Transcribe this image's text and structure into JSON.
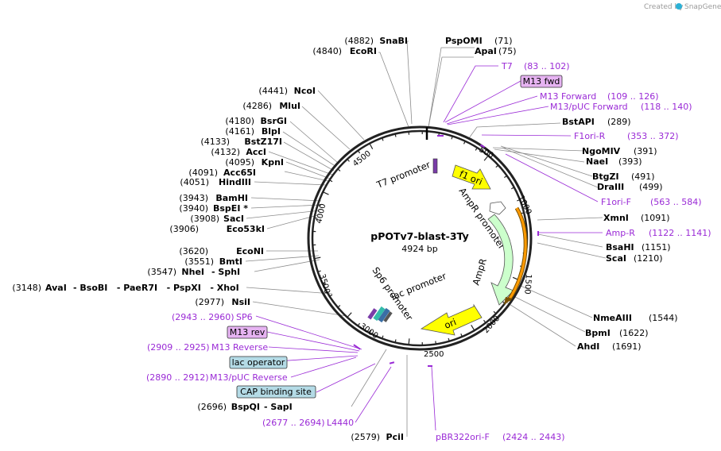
{
  "branding": {
    "created_by": "Created by",
    "app_name": "SnapGene"
  },
  "plasmid": {
    "name": "pPOTv7-blast-3Ty",
    "size": "4924 bp"
  },
  "backbone_ticks": [
    "500",
    "1000",
    "1500",
    "2000",
    "2500",
    "3000",
    "3500",
    "4000",
    "4500"
  ],
  "features": {
    "f1_ori": "f1 ori",
    "ampr_promoter": "AmpR promoter",
    "ampr": "AmpR",
    "ori": "ori",
    "t7_promoter": "T7 promoter",
    "sp6_promoter": "Sp6 promoter",
    "lac_promoter": "lac promoter"
  },
  "sites_right": [
    {
      "name": "PspOMI",
      "pos": "(71)"
    },
    {
      "name": "ApaI",
      "pos": "(75)"
    },
    {
      "name": "BstAPI",
      "pos": "(289)"
    },
    {
      "name": "NgoMIV",
      "pos": "(391)"
    },
    {
      "name": "NaeI",
      "pos": "(393)"
    },
    {
      "name": "BtgZI",
      "pos": "(491)"
    },
    {
      "name": "DraIII",
      "pos": "(499)"
    },
    {
      "name": "XmnI",
      "pos": "(1091)"
    },
    {
      "name": "BsaHI",
      "pos": "(1151)"
    },
    {
      "name": "ScaI",
      "pos": "(1210)"
    },
    {
      "name": "NmeAIII",
      "pos": "(1544)"
    },
    {
      "name": "BpmI",
      "pos": "(1622)"
    },
    {
      "name": "AhdI",
      "pos": "(1691)"
    }
  ],
  "sites_left": [
    {
      "pos": "(4882)",
      "name": "SnaBI"
    },
    {
      "pos": "(4840)",
      "name": "EcoRI"
    },
    {
      "pos": "(4441)",
      "name": "NcoI"
    },
    {
      "pos": "(4286)",
      "name": "MluI"
    },
    {
      "pos": "(4180)",
      "name": "BsrGI"
    },
    {
      "pos": "(4161)",
      "name": "BlpI"
    },
    {
      "pos": "(4133)",
      "name": "BstZ17I"
    },
    {
      "pos": "(4132)",
      "name": "AccI"
    },
    {
      "pos": "(4095)",
      "name": "KpnI"
    },
    {
      "pos": "(4091)",
      "name": "Acc65I"
    },
    {
      "pos": "(4051)",
      "name": "HindIII"
    },
    {
      "pos": "(3943)",
      "name": "BamHI"
    },
    {
      "pos": "(3940)",
      "name": "BspEI *"
    },
    {
      "pos": "(3908)",
      "name": "SacI"
    },
    {
      "pos": "(3906)",
      "name": "Eco53kI"
    },
    {
      "pos": "(3620)",
      "name": "EcoNI"
    },
    {
      "pos": "(3551)",
      "name": "BmtI"
    },
    {
      "pos": "(3547)",
      "name": "NheI",
      "extra": "- SphI"
    },
    {
      "pos": "(3148)",
      "name": "AvaI",
      "extra": "- BsoBI   - PaeR7I   - PspXI   - XhoI"
    },
    {
      "pos": "(2977)",
      "name": "NsiI"
    },
    {
      "pos": "(2696)",
      "name": "BspQI",
      "extra": "- SapI"
    },
    {
      "pos": "(2579)",
      "name": "PciI"
    }
  ],
  "primers_right": [
    {
      "name": "T7",
      "range": "(83 .. 102)"
    },
    {
      "name": "M13 Forward",
      "range": "(109 .. 126)"
    },
    {
      "name": "M13/pUC Forward",
      "range": "(118 .. 140)"
    },
    {
      "name": "F1ori-R",
      "range": "(353 .. 372)"
    },
    {
      "name": "F1ori-F",
      "range": "(563 .. 584)"
    },
    {
      "name": "Amp-R",
      "range": "(1122 .. 1141)"
    },
    {
      "name": "pBR322ori-F",
      "range": "(2424 .. 2443)"
    }
  ],
  "primers_left": [
    {
      "range": "(2943 .. 2960)",
      "name": "SP6"
    },
    {
      "range": "(2909 .. 2925)",
      "name": "M13 Reverse"
    },
    {
      "range": "(2890 .. 2912)",
      "name": "M13/pUC Reverse"
    },
    {
      "range": "(2677 .. 2694)",
      "name": "L4440"
    }
  ],
  "boxed_labels": {
    "m13_fwd": "M13 fwd",
    "m13_rev": "M13 rev",
    "lac_operator": "lac operator",
    "cap_binding_site": "CAP binding site"
  },
  "colors": {
    "primer": "#9a2ad6",
    "f1_ori": "#ffff00",
    "ampr": "#ccffcc",
    "ori": "#ffff00",
    "orf": "#ff9a00",
    "box_purple": "#e6b3f2",
    "box_teal": "#b4dbe6"
  }
}
